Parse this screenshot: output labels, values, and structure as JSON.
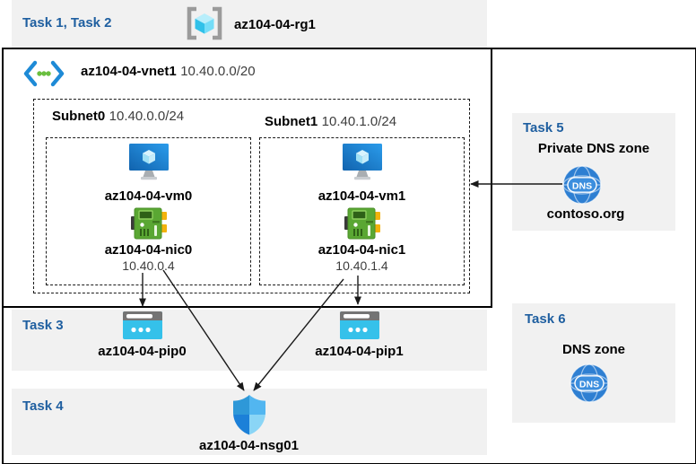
{
  "colors": {
    "task_heading": "#1f5fa0",
    "panel_background": "#f1f1f1",
    "frame_border": "#000000",
    "arrow": "#1a1a1a",
    "azure_blue": "#1e8ad6",
    "dns_blue": "#2e7fd2",
    "nic_green": "#5aa733",
    "pip_cyan": "#35c1ea"
  },
  "header": {
    "heading": "Task 1, Task 2",
    "resource_group": {
      "name": "az104-04-rg1"
    }
  },
  "vnet": {
    "name": "az104-04-vnet1",
    "address_space": "10.40.0.0/20",
    "subnets": [
      {
        "name": "Subnet0",
        "address_prefix": "10.40.0.0/24",
        "vm_name": "az104-04-vm0",
        "nic_name": "az104-04-nic0",
        "private_ip": "10.40.0.4"
      },
      {
        "name": "Subnet1",
        "address_prefix": "10.40.1.0/24",
        "vm_name": "az104-04-vm1",
        "nic_name": "az104-04-nic1",
        "private_ip": "10.40.1.4"
      }
    ]
  },
  "task3": {
    "heading": "Task 3",
    "public_ips": [
      {
        "name": "az104-04-pip0"
      },
      {
        "name": "az104-04-pip1"
      }
    ]
  },
  "task4": {
    "heading": "Task 4",
    "nsg_name": "az104-04-nsg01"
  },
  "task5": {
    "heading": "Task 5",
    "title": "Private DNS zone",
    "zone_name": "contoso.org",
    "dns_badge": "DNS"
  },
  "task6": {
    "heading": "Task 6",
    "title": "DNS zone",
    "dns_badge": "DNS"
  }
}
